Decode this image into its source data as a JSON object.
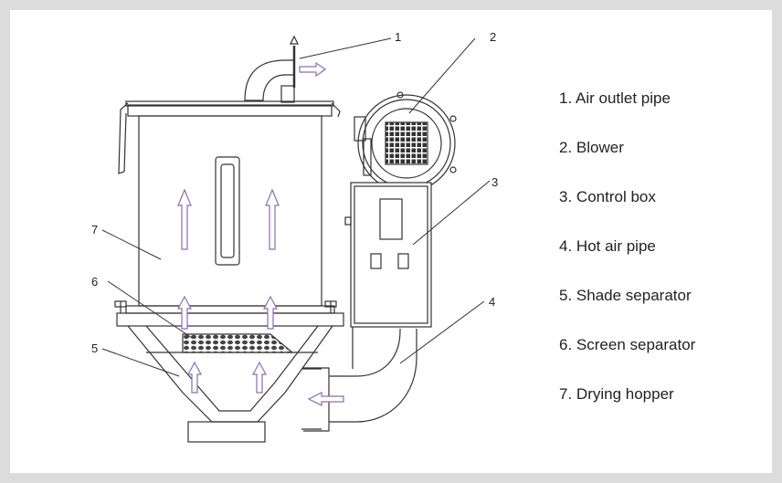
{
  "callouts": [
    "1",
    "2",
    "3",
    "4",
    "5",
    "6",
    "7"
  ],
  "legend": [
    {
      "num": "1.",
      "text": "Air outlet pipe"
    },
    {
      "num": "2.",
      "text": "Blower"
    },
    {
      "num": "3.",
      "text": "Control box"
    },
    {
      "num": "4.",
      "text": "Hot air pipe"
    },
    {
      "num": "5.",
      "text": "Shade separator"
    },
    {
      "num": "6.",
      "text": "Screen separator"
    },
    {
      "num": "7.",
      "text": "Drying hopper"
    }
  ],
  "colors": {
    "frame": "#dcdcdc",
    "line": "#333333",
    "arrow": "#8a6fb0",
    "mesh": "#444444"
  }
}
